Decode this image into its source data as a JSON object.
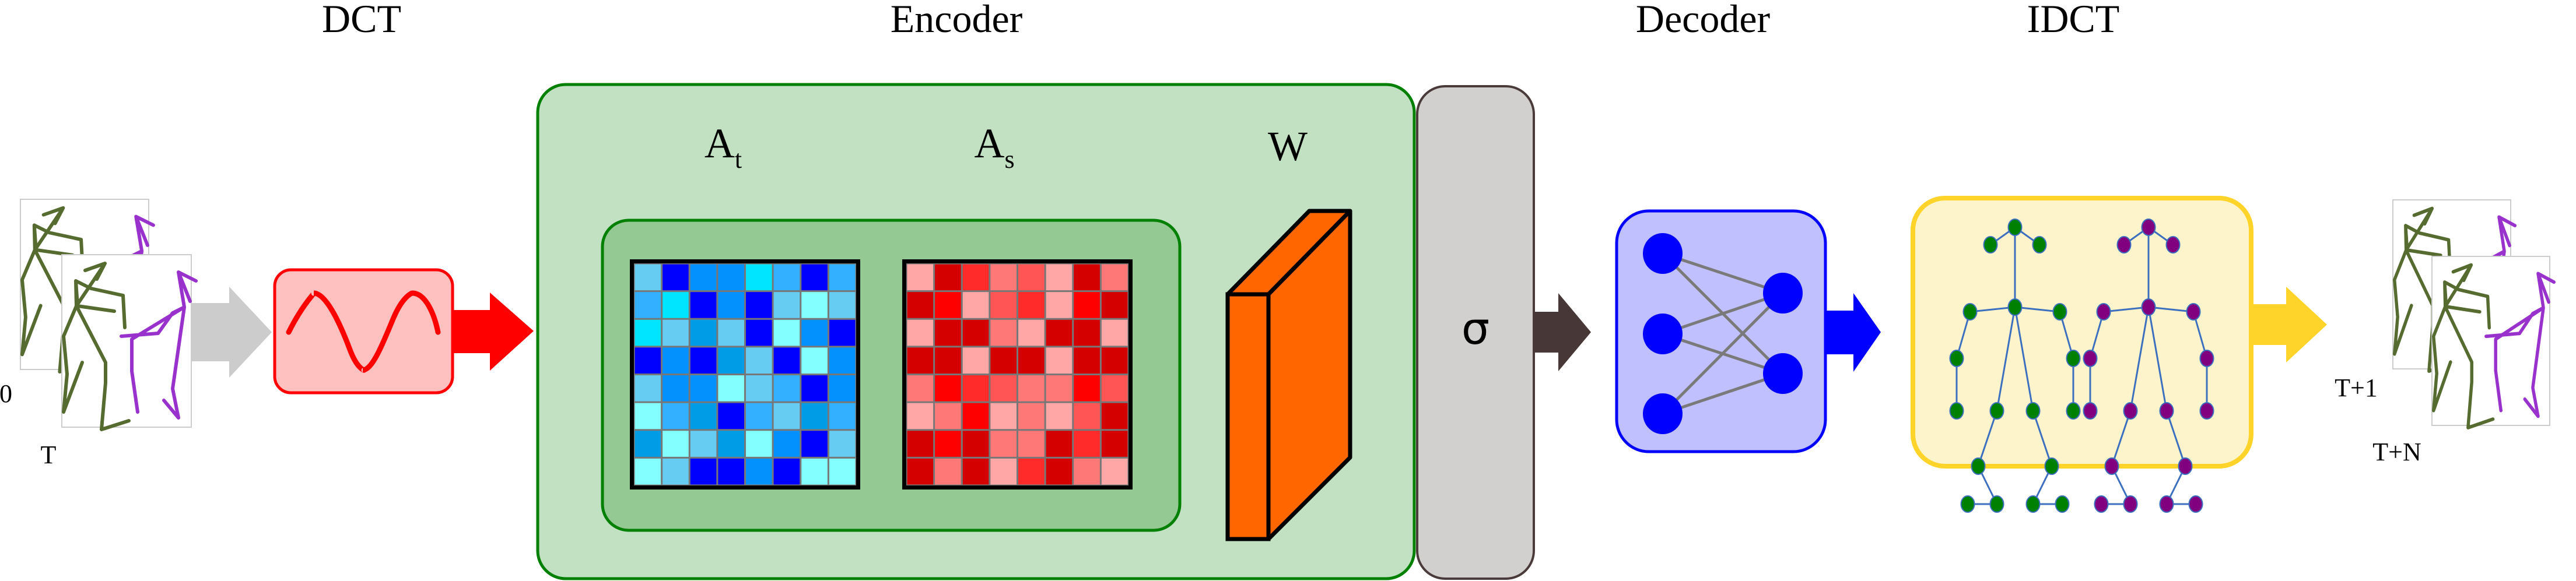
{
  "stages": {
    "dct": {
      "label": "DCT"
    },
    "encoder": {
      "label": "Encoder",
      "temporal_label": "A",
      "temporal_sub": "t",
      "spatial_label": "A",
      "spatial_sub": "s",
      "weight_label": "W"
    },
    "activation": {
      "label": "σ"
    },
    "decoder": {
      "label": "Decoder"
    },
    "idct": {
      "label": "IDCT"
    }
  },
  "input": {
    "frame_labels": [
      "0",
      "T"
    ]
  },
  "output": {
    "frame_labels": [
      "T+1",
      "T+N"
    ]
  },
  "colors": {
    "input_arrow": "#cccccc",
    "dct_fill": "#ffc0c0",
    "dct_stroke": "#ff0000",
    "dct_arrow": "#ff0000",
    "encoder_fill": "#c2e0c2",
    "encoder_inner_fill": "#94c994",
    "encoder_stroke": "#008000",
    "weight_fill": "#ff6600",
    "sigma_fill": "#d2cfcf",
    "sigma_stroke": "#4a3a3a",
    "sigma_arrow": "#483737",
    "decoder_fill": "#c0c0ff",
    "decoder_stroke": "#0000ff",
    "decoder_node": "#0000ff",
    "decoder_edge": "#7a7a7a",
    "decoder_arrow": "#0000ff",
    "idct_fill": "#fdf4cc",
    "idct_stroke": "#ffd42a",
    "idct_arrow": "#ffd42a",
    "skeleton_a": "#008000",
    "skeleton_b": "#800080",
    "skeleton_edge": "#3d6fbf",
    "pose_a": "#556b2f",
    "pose_b": "#9932cc"
  },
  "temporal_matrix": {
    "palette": [
      "#66ccf2",
      "#0000ff",
      "#0391fe",
      "#00e5ff",
      "#33b0ff",
      "#84ffff",
      "#009ce6"
    ],
    "cells": [
      [
        0,
        1,
        2,
        2,
        3,
        4,
        1,
        4
      ],
      [
        4,
        3,
        1,
        2,
        1,
        0,
        5,
        0
      ],
      [
        3,
        0,
        6,
        0,
        1,
        5,
        2,
        1
      ],
      [
        1,
        2,
        1,
        6,
        0,
        1,
        5,
        2
      ],
      [
        0,
        2,
        2,
        5,
        0,
        4,
        1,
        2
      ],
      [
        5,
        4,
        6,
        1,
        4,
        0,
        6,
        4
      ],
      [
        6,
        5,
        0,
        6,
        5,
        2,
        1,
        0
      ],
      [
        5,
        0,
        1,
        1,
        2,
        1,
        5,
        5
      ]
    ]
  },
  "spatial_matrix": {
    "palette": [
      "#ffa7a7",
      "#d40000",
      "#ff2a2a",
      "#ff7878",
      "#ff5555",
      "#ff0000"
    ],
    "cells": [
      [
        0,
        1,
        2,
        3,
        4,
        0,
        1,
        3
      ],
      [
        1,
        5,
        0,
        4,
        2,
        0,
        5,
        1
      ],
      [
        0,
        1,
        1,
        3,
        0,
        1,
        1,
        0
      ],
      [
        1,
        1,
        0,
        1,
        1,
        0,
        1,
        1
      ],
      [
        3,
        5,
        2,
        4,
        3,
        3,
        5,
        4
      ],
      [
        0,
        3,
        5,
        0,
        3,
        0,
        4,
        1
      ],
      [
        1,
        5,
        1,
        3,
        3,
        1,
        2,
        1
      ],
      [
        1,
        3,
        1,
        0,
        2,
        1,
        3,
        0
      ]
    ]
  }
}
